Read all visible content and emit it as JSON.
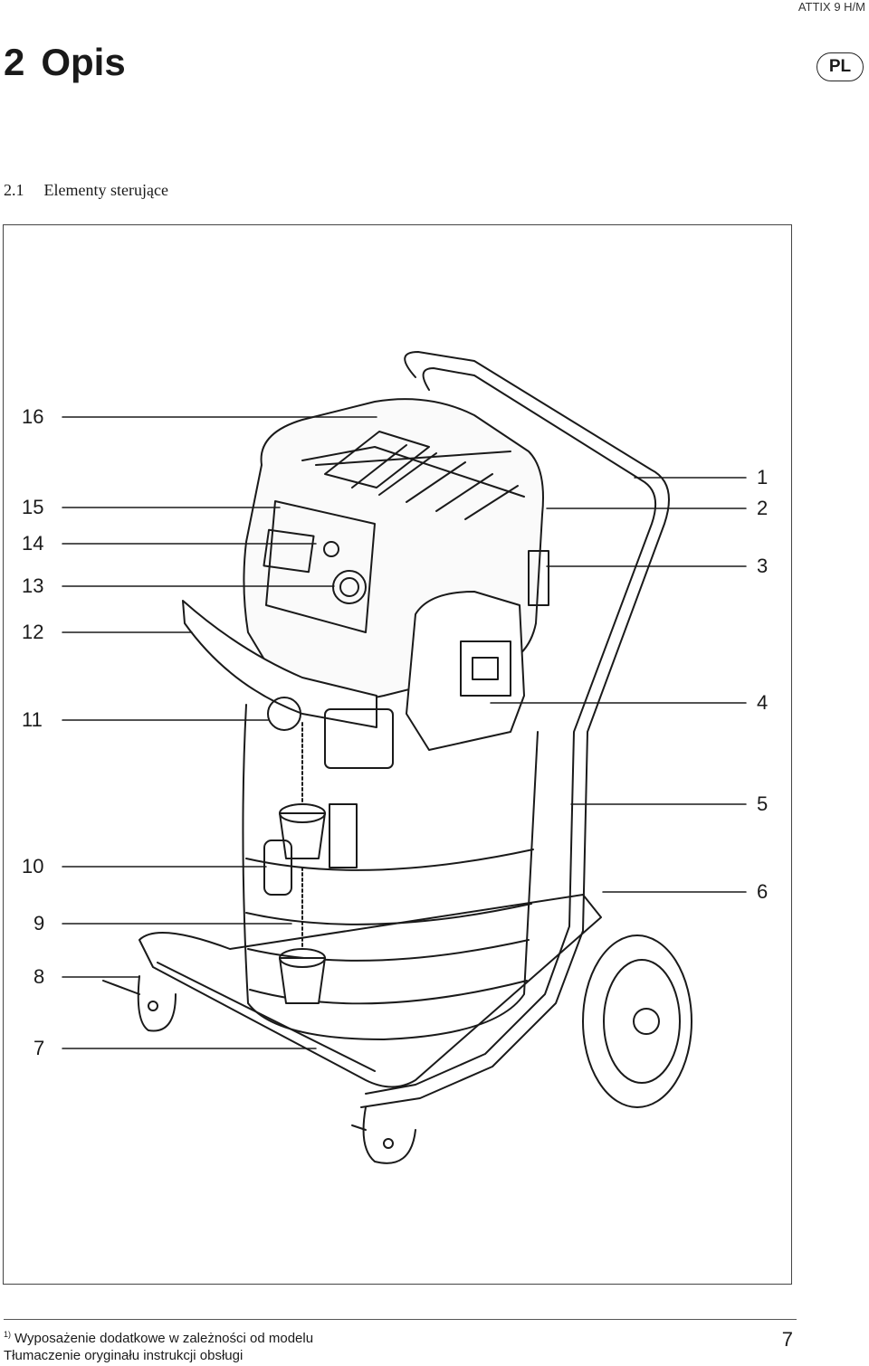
{
  "header": {
    "model": "ATTIX 9 H/M",
    "lang_badge": "PL"
  },
  "chapter": {
    "number": "2",
    "title": "Opis"
  },
  "section": {
    "number": "2.1",
    "title": "Elementy sterujące"
  },
  "callouts_left": [
    {
      "label": "16"
    },
    {
      "label": "15"
    },
    {
      "label": "14"
    },
    {
      "label": "13"
    },
    {
      "label": "12"
    },
    {
      "label": "11"
    },
    {
      "label": "10"
    },
    {
      "label": "9"
    },
    {
      "label": "8"
    },
    {
      "label": "7"
    }
  ],
  "callouts_right": [
    {
      "label": "1"
    },
    {
      "label": "2"
    },
    {
      "label": "3"
    },
    {
      "label": "4"
    },
    {
      "label": "5"
    },
    {
      "label": "6"
    }
  ],
  "footer": {
    "footnote_marker": "1)",
    "footnote_text": "Wyposażenie dodatkowe w zależności od modelu",
    "translation_note": "Tłumaczenie oryginału instrukcji obsługi",
    "page_number": "7"
  }
}
